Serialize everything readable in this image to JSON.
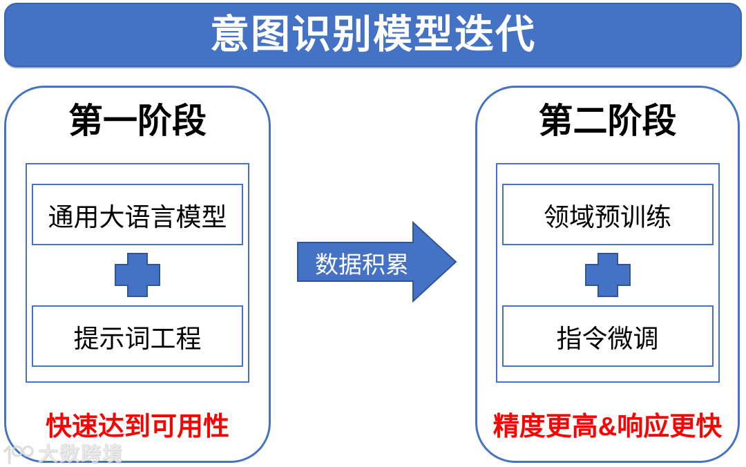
{
  "banner": {
    "title": "意图识别模型迭代"
  },
  "stages": [
    {
      "title": "第一阶段",
      "components": [
        "通用大语言模型",
        "提示词工程"
      ],
      "footer": "快速达到可用性"
    },
    {
      "title": "第二阶段",
      "components": [
        "领域预训练",
        "指令微调"
      ],
      "footer": "精度更高&响应更快"
    }
  ],
  "arrow": {
    "label": "数据积累"
  },
  "watermark": {
    "text": "大数跨境"
  },
  "colors": {
    "accent_blue": "#4472C4",
    "accent_blue_dark": "#2F5597",
    "footer_red": "#FF0000"
  }
}
